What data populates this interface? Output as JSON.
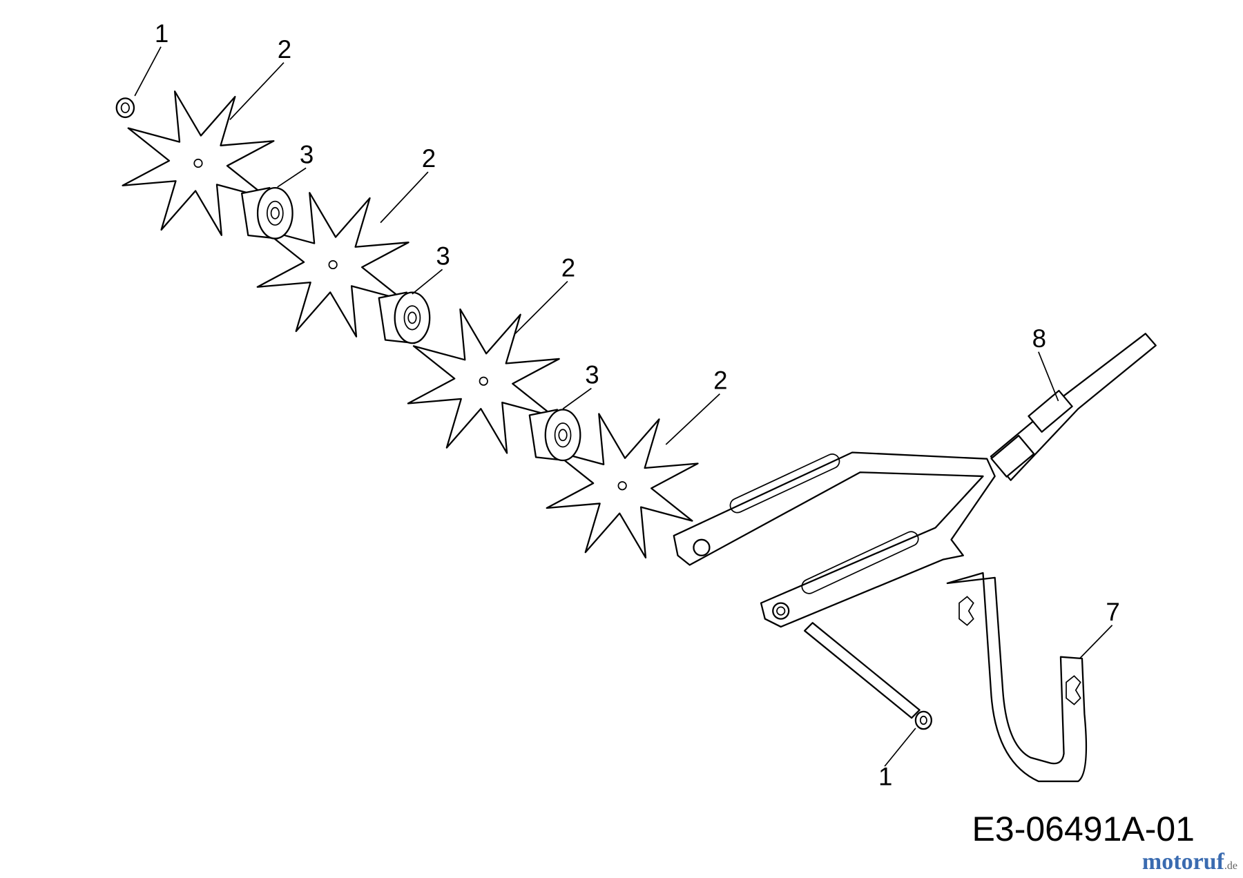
{
  "diagram": {
    "drawing_code": "E3-06491A-01",
    "watermark": "motoruf",
    "watermark_suffix": ".de",
    "callouts": [
      {
        "id": "c1a",
        "text": "1",
        "part": "nut"
      },
      {
        "id": "c2a",
        "text": "2",
        "part": "tine"
      },
      {
        "id": "c3a",
        "text": "3",
        "part": "spacer"
      },
      {
        "id": "c2b",
        "text": "2",
        "part": "tine"
      },
      {
        "id": "c3b",
        "text": "3",
        "part": "spacer"
      },
      {
        "id": "c2c",
        "text": "2",
        "part": "tine"
      },
      {
        "id": "c3c",
        "text": "3",
        "part": "spacer"
      },
      {
        "id": "c2d",
        "text": "2",
        "part": "tine"
      },
      {
        "id": "c8",
        "text": "8",
        "part": "shaft"
      },
      {
        "id": "c7",
        "text": "7",
        "part": "bracket"
      },
      {
        "id": "c1b",
        "text": "1",
        "part": "nut"
      }
    ]
  }
}
